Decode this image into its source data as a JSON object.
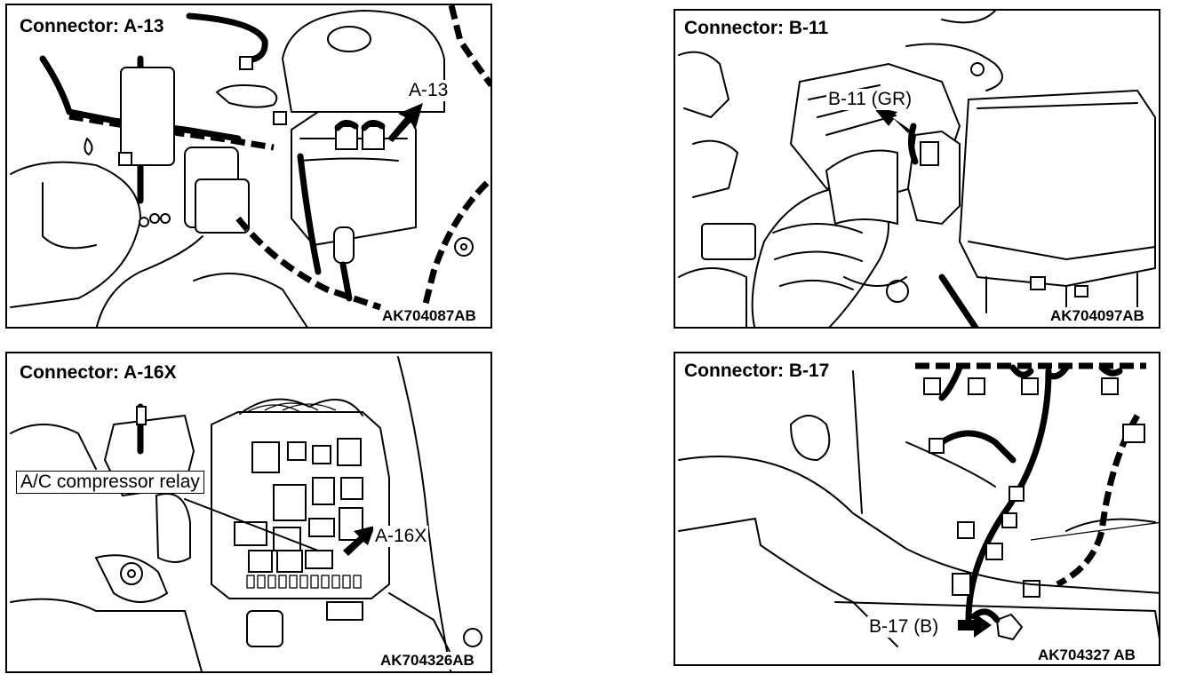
{
  "panels": [
    {
      "title": "Connector: A-13",
      "callout": "A-13",
      "code": "AK704087AB"
    },
    {
      "title": "Connector: B-11",
      "callout": "B-11 (GR)",
      "code": "AK704097AB"
    },
    {
      "title": "Connector: A-16X",
      "callout": "A-16X",
      "label": "A/C compressor relay",
      "code": "AK704326AB"
    },
    {
      "title": "Connector: B-17",
      "callout": "B-17 (B)",
      "code": "AK704327 AB"
    }
  ]
}
